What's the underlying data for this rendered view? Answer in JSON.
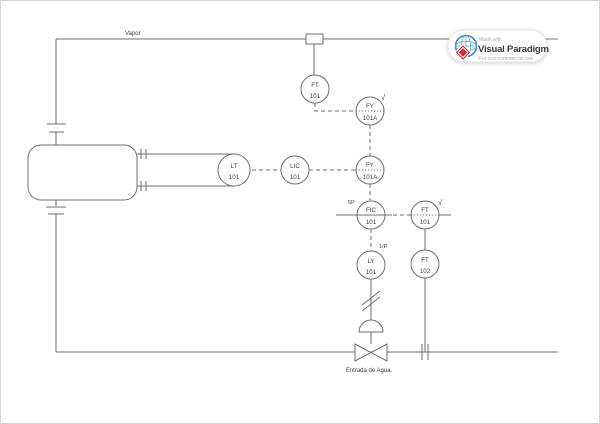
{
  "diagram": {
    "labels": {
      "vapor_line": "Vapor",
      "water_inlet": "Entrada de Agua.",
      "setpoint": "SP",
      "ip_converter": "1/P",
      "sqrt_symbol": "√"
    },
    "instruments": {
      "ft101_top": {
        "tag": "FT",
        "num": "101"
      },
      "fy101a_upper": {
        "tag": "FY",
        "num": "101A"
      },
      "lt101": {
        "tag": "LT",
        "num": "101"
      },
      "lic101": {
        "tag": "LIC",
        "num": "101"
      },
      "fy101a_lower": {
        "tag": "FY",
        "num": "101A"
      },
      "fic101": {
        "tag": "FIC",
        "num": "101"
      },
      "ft101_right": {
        "tag": "FT",
        "num": "101"
      },
      "ft102": {
        "tag": "FT",
        "num": "102"
      },
      "ly101": {
        "tag": "LY",
        "num": "101"
      }
    }
  },
  "badge": {
    "made_with": "Made with",
    "brand": "Visual Paradigm",
    "license": "For non-commercial use"
  },
  "colors": {
    "line": "#6f6f6f",
    "text": "#3d3d3d",
    "badge_brand": "#3b3b3d",
    "badge_gray": "#aeaeae",
    "logo_blue": "#2f8dc3",
    "logo_red": "#c4333c"
  }
}
